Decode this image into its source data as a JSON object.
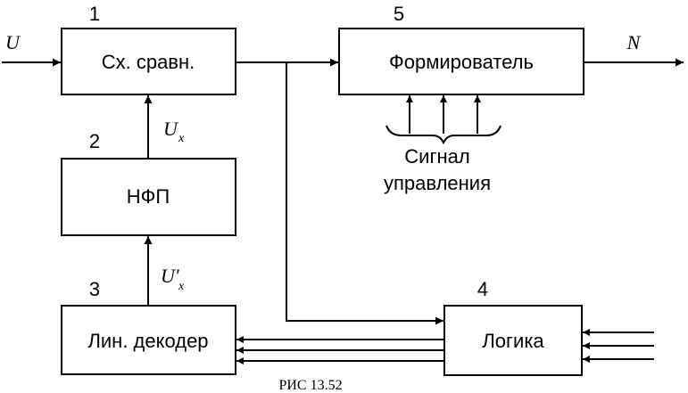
{
  "blocks": {
    "comparator": {
      "number": "1",
      "label": "Сх. сравн."
    },
    "nfp": {
      "number": "2",
      "label": "НФП"
    },
    "decoder": {
      "number": "3",
      "label": "Лин. декодер"
    },
    "logic": {
      "number": "4",
      "label": "Логика"
    },
    "shaper": {
      "number": "5",
      "label": "Формирователь"
    }
  },
  "signals": {
    "input": "U",
    "output": "N",
    "ux_main": "U",
    "ux_sub": "x",
    "ux_prime_main": "U′",
    "ux_prime_sub": "x"
  },
  "control_signal": {
    "line1": "Сигнал",
    "line2": "управления"
  },
  "caption": "РИС 13.52"
}
